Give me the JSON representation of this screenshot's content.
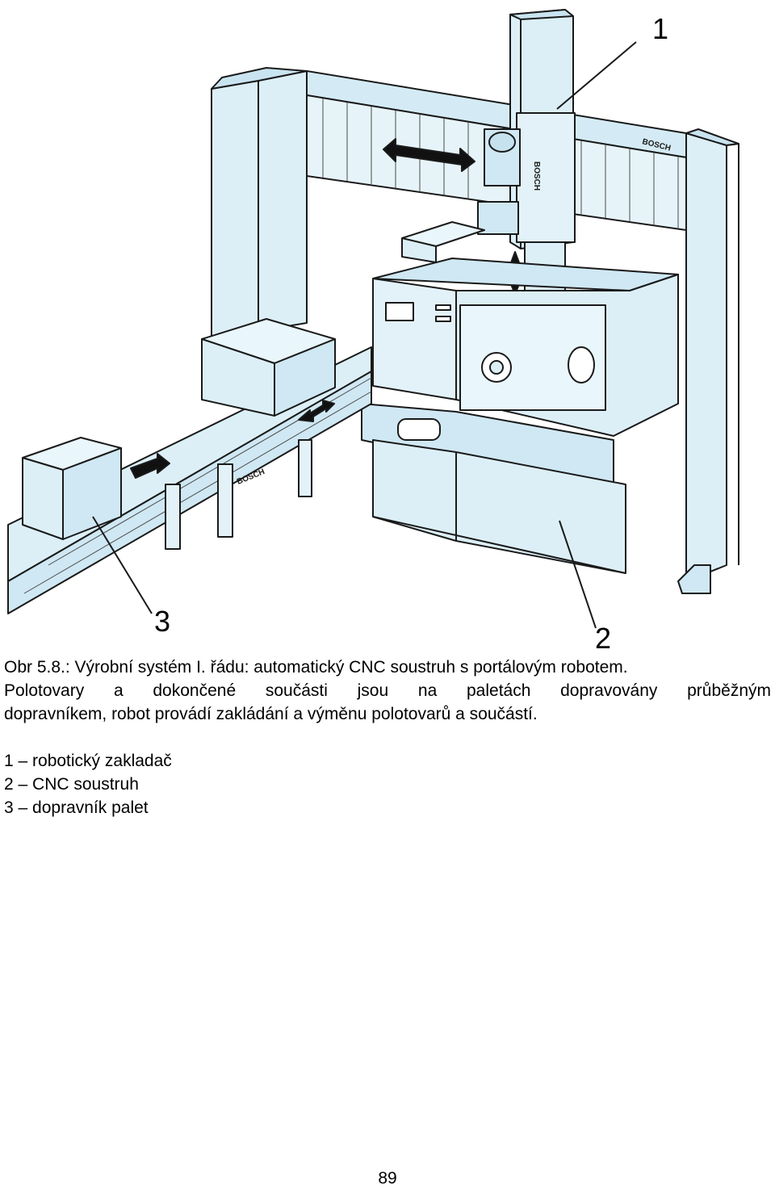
{
  "figure": {
    "callouts": [
      "1",
      "2",
      "3"
    ],
    "brand_marks": [
      "BOSCH",
      "BOSCH",
      "BOSCH"
    ],
    "colors": {
      "fill": "#dceff7",
      "stroke": "#1a1a1a"
    }
  },
  "caption": {
    "line1": "Obr 5.8.:  Výrobní systém I. řádu: automatický CNC soustruh s portálovým robotem.",
    "line2": "Polotovary a dokončené součásti jsou na paletách dopravovány průběžným",
    "line3": "dopravníkem, robot provádí zakládání a výměnu polotovarů a součástí."
  },
  "legend": [
    {
      "label": "1 – robotický zakladač"
    },
    {
      "label": "2 – CNC soustruh"
    },
    {
      "label": "3 – dopravník palet"
    }
  ],
  "page_number": "89"
}
